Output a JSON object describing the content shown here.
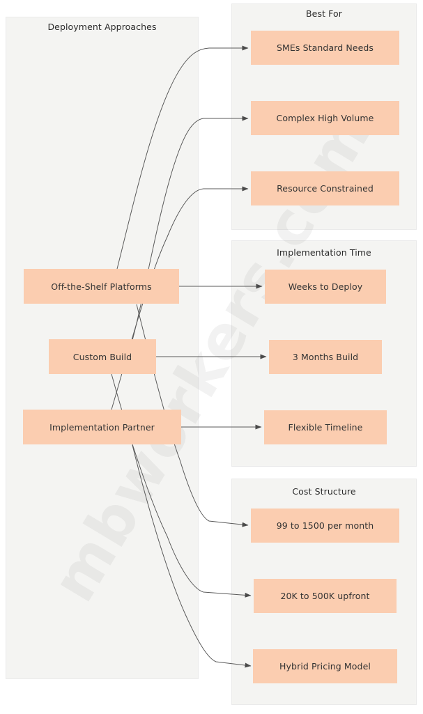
{
  "watermark": "mbworkers.com",
  "colors": {
    "node_fill": "#fbcdb0",
    "node_text": "#333333",
    "panel_fill": "#f4f4f2",
    "panel_border": "#eaeaea",
    "edge_stroke": "#5a5a5a",
    "background": "#ffffff"
  },
  "panels": {
    "approaches": {
      "title": "Deployment Approaches",
      "nodes": [
        {
          "id": "offtheshelf",
          "label": "Off-the-Shelf Platforms"
        },
        {
          "id": "custom",
          "label": "Custom Build"
        },
        {
          "id": "partner",
          "label": "Implementation Partner"
        }
      ]
    },
    "best_for": {
      "title": "Best For",
      "nodes": [
        {
          "id": "smes",
          "label": "SMEs Standard Needs"
        },
        {
          "id": "complex",
          "label": "Complex High Volume"
        },
        {
          "id": "resource",
          "label": "Resource Constrained"
        }
      ]
    },
    "implementation_time": {
      "title": "Implementation Time",
      "nodes": [
        {
          "id": "weeks",
          "label": "Weeks to Deploy"
        },
        {
          "id": "months",
          "label": "3 Months Build"
        },
        {
          "id": "flexible",
          "label": "Flexible Timeline"
        }
      ]
    },
    "cost_structure": {
      "title": "Cost Structure",
      "nodes": [
        {
          "id": "permonth",
          "label": "99 to 1500 per month"
        },
        {
          "id": "upfront",
          "label": "20K to 500K upfront"
        },
        {
          "id": "hybrid",
          "label": "Hybrid Pricing Model"
        }
      ]
    }
  },
  "edges": [
    {
      "from": "offtheshelf",
      "to": "smes"
    },
    {
      "from": "offtheshelf",
      "to": "weeks"
    },
    {
      "from": "offtheshelf",
      "to": "permonth"
    },
    {
      "from": "custom",
      "to": "complex"
    },
    {
      "from": "custom",
      "to": "months"
    },
    {
      "from": "custom",
      "to": "upfront"
    },
    {
      "from": "partner",
      "to": "resource"
    },
    {
      "from": "partner",
      "to": "flexible"
    },
    {
      "from": "partner",
      "to": "hybrid"
    }
  ]
}
